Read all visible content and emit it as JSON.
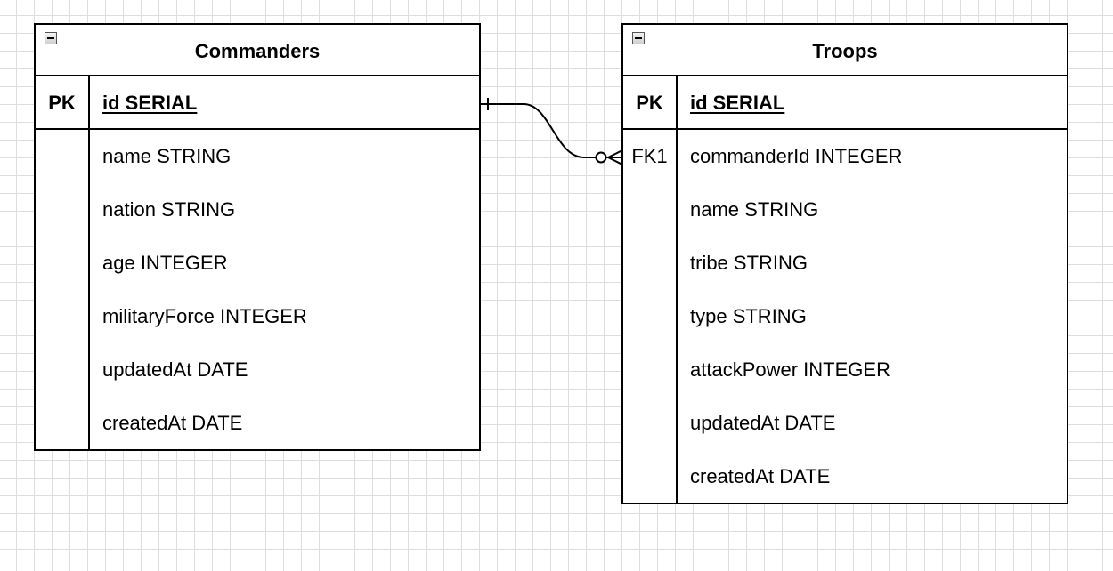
{
  "entities": {
    "commanders": {
      "title": "Commanders",
      "pk_label": "PK",
      "pk_field": "id SERIAL",
      "fields": [
        {
          "key": "",
          "name": "name STRING"
        },
        {
          "key": "",
          "name": "nation STRING"
        },
        {
          "key": "",
          "name": "age INTEGER"
        },
        {
          "key": "",
          "name": "militaryForce INTEGER"
        },
        {
          "key": "",
          "name": "updatedAt DATE"
        },
        {
          "key": "",
          "name": "createdAt DATE"
        }
      ]
    },
    "troops": {
      "title": "Troops",
      "pk_label": "PK",
      "pk_field": "id SERIAL",
      "fields": [
        {
          "key": "FK1",
          "name": "commanderId INTEGER"
        },
        {
          "key": "",
          "name": "name STRING"
        },
        {
          "key": "",
          "name": "tribe STRING"
        },
        {
          "key": "",
          "name": "type STRING"
        },
        {
          "key": "",
          "name": "attackPower INTEGER"
        },
        {
          "key": "",
          "name": "updatedAt DATE"
        },
        {
          "key": "",
          "name": "createdAt DATE"
        }
      ]
    }
  },
  "relationship": {
    "from_entity": "Commanders",
    "from_field": "id SERIAL",
    "from_cardinality": "exactly-one",
    "to_entity": "Troops",
    "to_field": "commanderId INTEGER",
    "to_cardinality": "zero-or-many"
  },
  "icons": {
    "collapse": "minus-box-icon"
  },
  "colors": {
    "background": "#ffffff",
    "grid": "#dddddd",
    "stroke": "#000000"
  }
}
